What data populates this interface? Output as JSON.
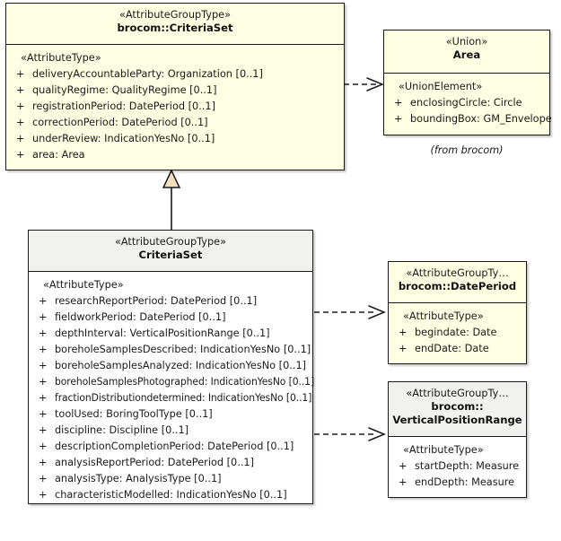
{
  "diagram": {
    "type": "uml-class-diagram",
    "colors": {
      "box_fill_yellow": "#ffffe4",
      "box_fill_white": "#ffffff",
      "header_fill_gray": "#f1f1ef",
      "border": "#1a1a1a",
      "generalization_triangle_fill": "#f5debc",
      "text": "#1a1a1a"
    }
  },
  "boxes": {
    "brocom_criteriaset": {
      "stereotype": "«AttributeGroupType»",
      "name": "brocom::CriteriaSet",
      "attr_stereotype": "«AttributeType»",
      "attributes": [
        {
          "visibility": "+",
          "text": "deliveryAccountableParty: Organization [0..1]"
        },
        {
          "visibility": "+",
          "text": "qualityRegime: QualityRegime [0..1]"
        },
        {
          "visibility": "+",
          "text": "registrationPeriod: DatePeriod [0..1]"
        },
        {
          "visibility": "+",
          "text": "correctionPeriod: DatePeriod [0..1]"
        },
        {
          "visibility": "+",
          "text": "underReview: IndicationYesNo [0..1]"
        },
        {
          "visibility": "+",
          "text": "area: Area"
        }
      ]
    },
    "area": {
      "stereotype": "«Union»",
      "name": "Area",
      "attr_stereotype": "«UnionElement»",
      "attributes": [
        {
          "visibility": "+",
          "text": "enclosingCircle: Circle"
        },
        {
          "visibility": "+",
          "text": "boundingBox: GM_Envelope"
        }
      ],
      "note": "(from brocom)"
    },
    "criteriaset": {
      "stereotype": "«AttributeGroupType»",
      "name": "CriteriaSet",
      "attr_stereotype": "«AttributeType»",
      "attributes": [
        {
          "visibility": "+",
          "text": "researchReportPeriod: DatePeriod [0..1]"
        },
        {
          "visibility": "+",
          "text": "fieldworkPeriod: DatePeriod [0..1]"
        },
        {
          "visibility": "+",
          "text": "depthInterval: VerticalPositionRange [0..1]"
        },
        {
          "visibility": "+",
          "text": "boreholeSamplesDescribed: IndicationYesNo [0..1]"
        },
        {
          "visibility": "+",
          "text": "boreholeSamplesAnalyzed: IndicationYesNo [0..1]"
        },
        {
          "visibility": "+",
          "text": "boreholeSamplesPhotographed: IndicationYesNo [0..1]"
        },
        {
          "visibility": "+",
          "text": "fractionDistributiondetermined: IndicationYesNo [0..1]"
        },
        {
          "visibility": "+",
          "text": "toolUsed: BoringToolType [0..1]"
        },
        {
          "visibility": "+",
          "text": "discipline: Discipline [0..1]"
        },
        {
          "visibility": "+",
          "text": "descriptionCompletionPeriod: DatePeriod [0..1]"
        },
        {
          "visibility": "+",
          "text": "analysisReportPeriod: DatePeriod [0..1]"
        },
        {
          "visibility": "+",
          "text": "analysisType: AnalysisType [0..1]"
        },
        {
          "visibility": "+",
          "text": "characteristicModelled: IndicationYesNo [0..1]"
        }
      ]
    },
    "dateperiod": {
      "stereotype": "«AttributeGroupTy…",
      "name": "brocom::DatePeriod",
      "attr_stereotype": "«AttributeType»",
      "attributes": [
        {
          "visibility": "+",
          "text": "begindate: Date"
        },
        {
          "visibility": "+",
          "text": "endDate: Date"
        }
      ]
    },
    "verticalpositionrange": {
      "stereotype": "«AttributeGroupTy…",
      "name": "brocom::",
      "name2": "VerticalPositionRange",
      "attr_stereotype": "«AttributeType»",
      "attributes": [
        {
          "visibility": "+",
          "text": "startDepth: Measure"
        },
        {
          "visibility": "+",
          "text": "endDepth: Measure"
        }
      ]
    }
  },
  "relations": [
    {
      "kind": "dependency",
      "from": "brocom_criteriaset",
      "to": "area",
      "style": "dashed-open-arrow"
    },
    {
      "kind": "generalization",
      "from": "criteriaset",
      "to": "brocom_criteriaset",
      "style": "solid-hollow-triangle"
    },
    {
      "kind": "dependency",
      "from": "criteriaset",
      "to": "dateperiod",
      "style": "dashed-open-arrow"
    },
    {
      "kind": "dependency",
      "from": "criteriaset",
      "to": "verticalpositionrange",
      "style": "dashed-open-arrow"
    }
  ]
}
